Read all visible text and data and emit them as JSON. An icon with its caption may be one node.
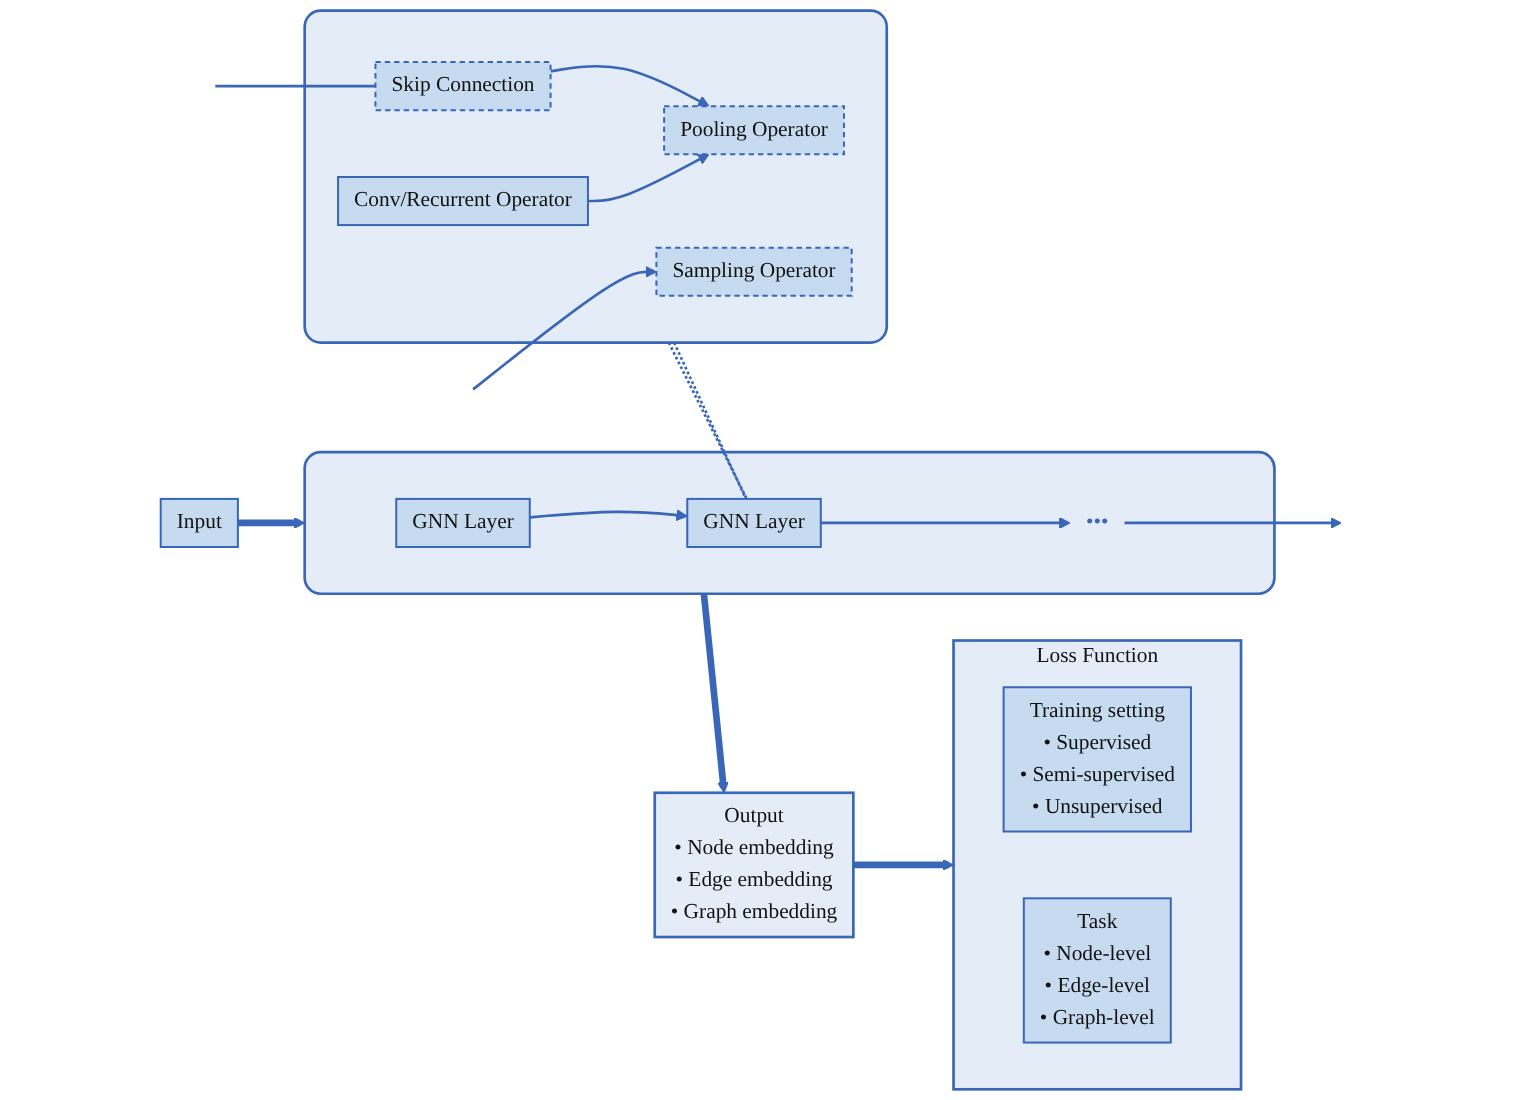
{
  "diagram": {
    "nodes": [
      {
        "text": [],
        "shape": "box"
      },
      {
        "text": [
          "Skip Connection"
        ],
        "in": 0
      },
      {
        "text": [
          "Sampling Operator"
        ],
        "in": 0
      },
      {
        "text": [
          "Conv/Recurrent Operator"
        ],
        "in": 0
      },
      {
        "text": [
          "Pooling Operator"
        ],
        "in": 0
      },
      {
        "text": [
          "Input"
        ]
      },
      {
        "text": [],
        "shape": "box"
      },
      {
        "text": [
          "GNN Layer"
        ],
        "in": 6
      },
      {
        "text": [
          "GNN Layer"
        ],
        "in": 6
      },
      {
        "text": [
          "•••"
        ],
        "in": 6
      },
      {
        "text": [
          "Loss Function"
        ]
      },
      {
        "text": [
          "Training setting",
          "• Supervised",
          "• Semi-supervised",
          "• Unsupervised"
        ],
        "in": 10
      },
      {
        "text": [
          "Task",
          "• Node-level",
          "• Edge-level",
          "• Graph-level"
        ],
        "in": 10
      },
      {
        "text": [
          "Output",
          "• Node embedding",
          "• Edge embedding",
          "• Graph embedding"
        ]
      }
    ],
    "edges": [
      {
        "from": null,
        "to": 2,
        "arrow": "to"
      },
      {
        "from": null,
        "to": 1,
        "arrow": "none"
      },
      {
        "from": 1,
        "to": 4,
        "arrow": "to"
      },
      {
        "from": 3,
        "to": 4,
        "arrow": "to"
      },
      {
        "from": 0,
        "to": 8,
        "arrow": "none",
        "style": "dashed"
      },
      {
        "from": 0,
        "to": 8,
        "arrow": "none",
        "style": "dashed"
      },
      {
        "from": 5,
        "to": 6,
        "arrow": "to",
        "style": "thick"
      },
      {
        "from": 7,
        "to": 8,
        "arrow": "to"
      },
      {
        "from": 8,
        "to": 9,
        "arrow": "to"
      },
      {
        "from": 9,
        "to": null,
        "arrow": "to"
      },
      {
        "from": 6,
        "to": 13,
        "arrow": "to",
        "style": "thick"
      },
      {
        "from": 13,
        "to": 10,
        "arrow": "to",
        "style": "thick"
      }
    ]
  }
}
